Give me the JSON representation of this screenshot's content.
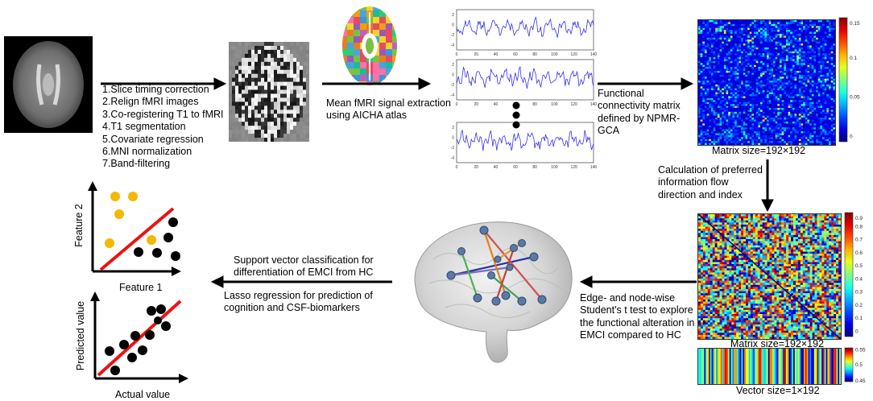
{
  "preprocessing_steps": [
    "1.Slice timing correction",
    "2.Relign fMRI images",
    "3.Co-registering T1 to fMRI",
    "4.T1 segmentation",
    "5.Covariate regression",
    "6.MNI normalization",
    "7.Band-filtering"
  ],
  "signal_extraction_label": [
    "Mean fMRI signal extraction",
    "using AICHA atlas"
  ],
  "connectivity_label": [
    "Functional",
    "connectivity matrix",
    "defined by NPMR-",
    "GCA"
  ],
  "matrix1_caption": "Matrix size=192×192",
  "flow_label": [
    "Calculation of preferred",
    "information flow",
    "direction and index"
  ],
  "matrix2_caption": "Matrix size=192×192",
  "vector_caption": "Vector size=1×192",
  "ttest_label": [
    "Edge- and node-wise",
    "Student's t test to explore",
    "the functional alteration in",
    "EMCI compared to HC"
  ],
  "svm_label": [
    "Support vector classification for",
    "differentiation of EMCI from HC"
  ],
  "lasso_label": [
    "Lasso regression for prediction of",
    "cognition and CSF-biomarkers"
  ],
  "scatter1": {
    "xlabel": "Feature 1",
    "ylabel": "Feature 2"
  },
  "scatter2": {
    "xlabel": "Actual value",
    "ylabel": "Predicted value"
  },
  "timeseries": {
    "x_ticks": [
      "0",
      "20",
      "40",
      "60",
      "80",
      "100",
      "120",
      "140"
    ],
    "y_ticks": [
      "2",
      "0",
      "-2",
      "-4"
    ]
  },
  "colorbar1_ticks": [
    "0.15",
    "0.1",
    "0.05",
    "0"
  ],
  "colorbar2_ticks": [
    "0.9",
    "0.8",
    "0.7",
    "0.6",
    "0.5",
    "0.4",
    "0.3",
    "0.2",
    "0.1",
    "0"
  ],
  "colorbar3_ticks": [
    "0.55",
    "0.5",
    "0.45"
  ],
  "colors": {
    "arrow": "#000000",
    "regression_line": "#ee1111",
    "class_yellow": "#f5b800",
    "class_black": "#000000",
    "signal_blue": "#3333ee"
  }
}
